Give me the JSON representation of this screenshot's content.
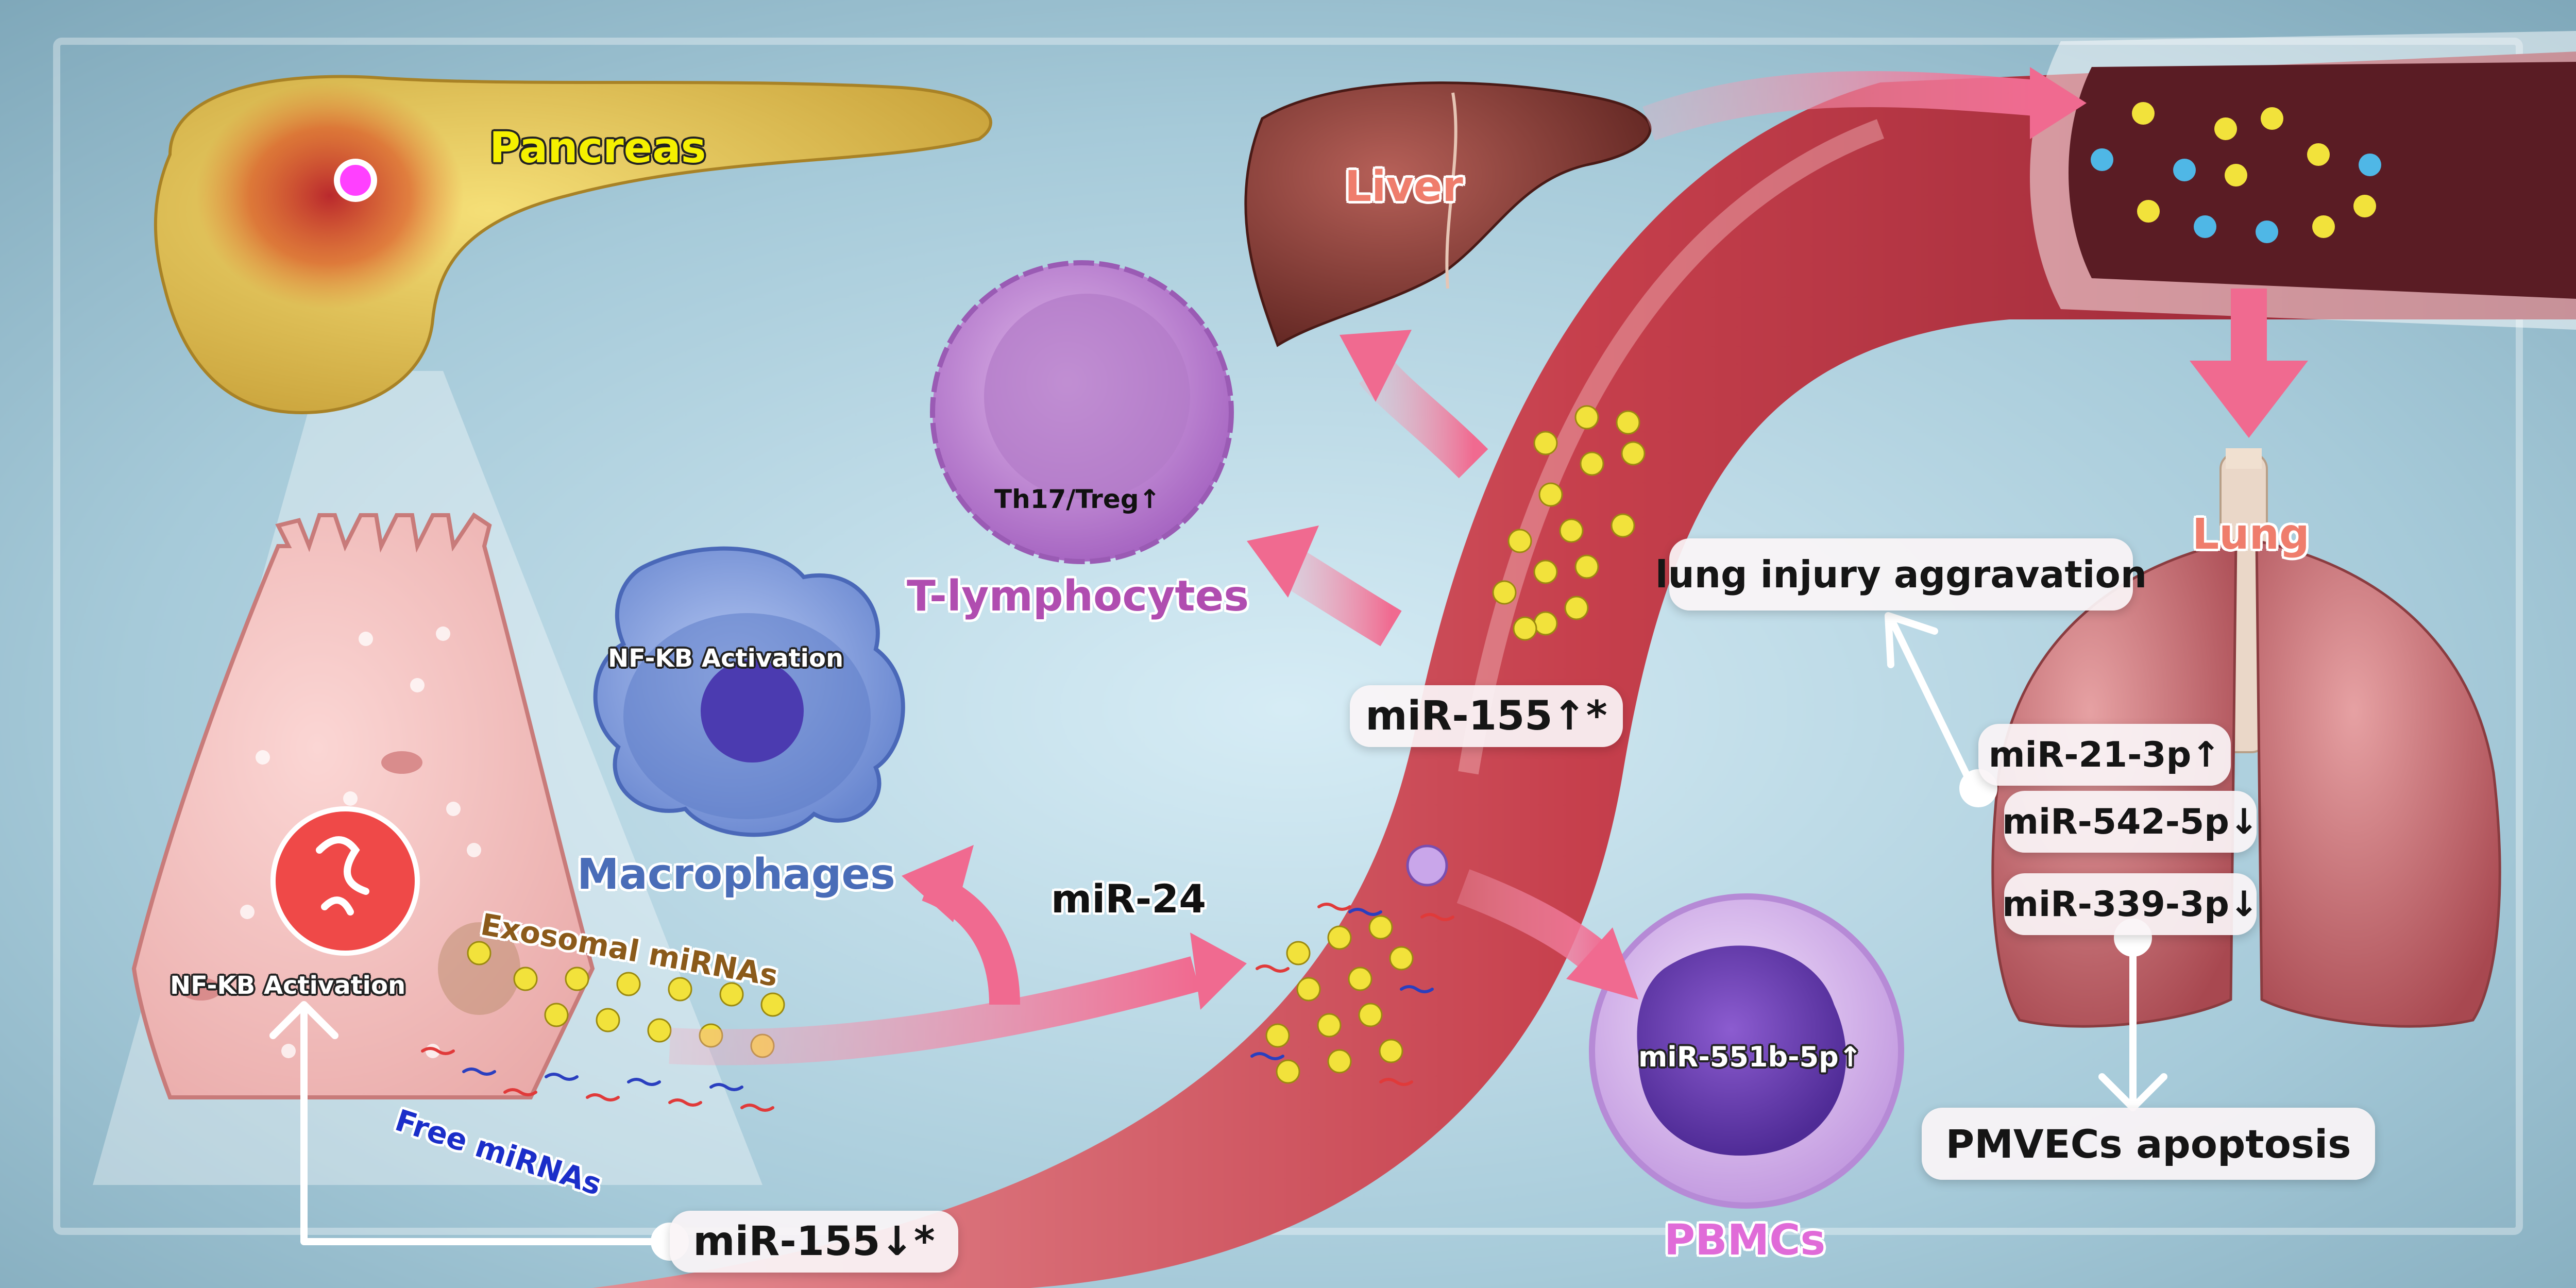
{
  "organs": {
    "pancreas": "Pancreas",
    "liver": "Liver",
    "lung": "Lung"
  },
  "cells": {
    "t_lymphocytes": "T-lymphocytes",
    "macrophages": "Macrophages",
    "pbmcs": "PBMCs"
  },
  "annotations": {
    "th17_treg": "Th17/Treg↑",
    "macrophage_nfkb": "NF-KB  Activation",
    "acinar_nfkb": "NF-KB  Activation",
    "exosomal_mirnas": "Exosomal miRNAs",
    "free_mirnas": "Free miRNAs",
    "pbmc_mirna": "miR-551b-5p↑",
    "mir_24": "miR-24"
  },
  "pills": {
    "mir155_up": "miR-155↑*",
    "mir155_down": "miR-155↓*",
    "lung_injury": "lung injury aggravation",
    "mir21": "miR-21-3p↑",
    "mir542": "miR-542-5p↓",
    "mir339": "miR-339-3p↓",
    "pmvecs": "PMVECs apoptosis"
  },
  "colors": {
    "background": "#9fc5d6",
    "vessel": "#c9404e",
    "arrow_pink": "#f06a90",
    "pancreas": "#e8cf5a",
    "liver": "#8a3a32",
    "lung": "#c9656a",
    "t_cell": "#c48ad6",
    "macrophage": "#7f9ee0",
    "pbmc": "#d9b8ef",
    "label_yellow": "#f5f000",
    "label_salmon": "#ef7d6c",
    "label_purple": "#b04db0",
    "label_blue": "#4a6db8",
    "label_magenta": "#e06bd8"
  },
  "icons": [
    "white-arrow-icon",
    "pink-arrow-icon",
    "mirna-particle-icon"
  ]
}
